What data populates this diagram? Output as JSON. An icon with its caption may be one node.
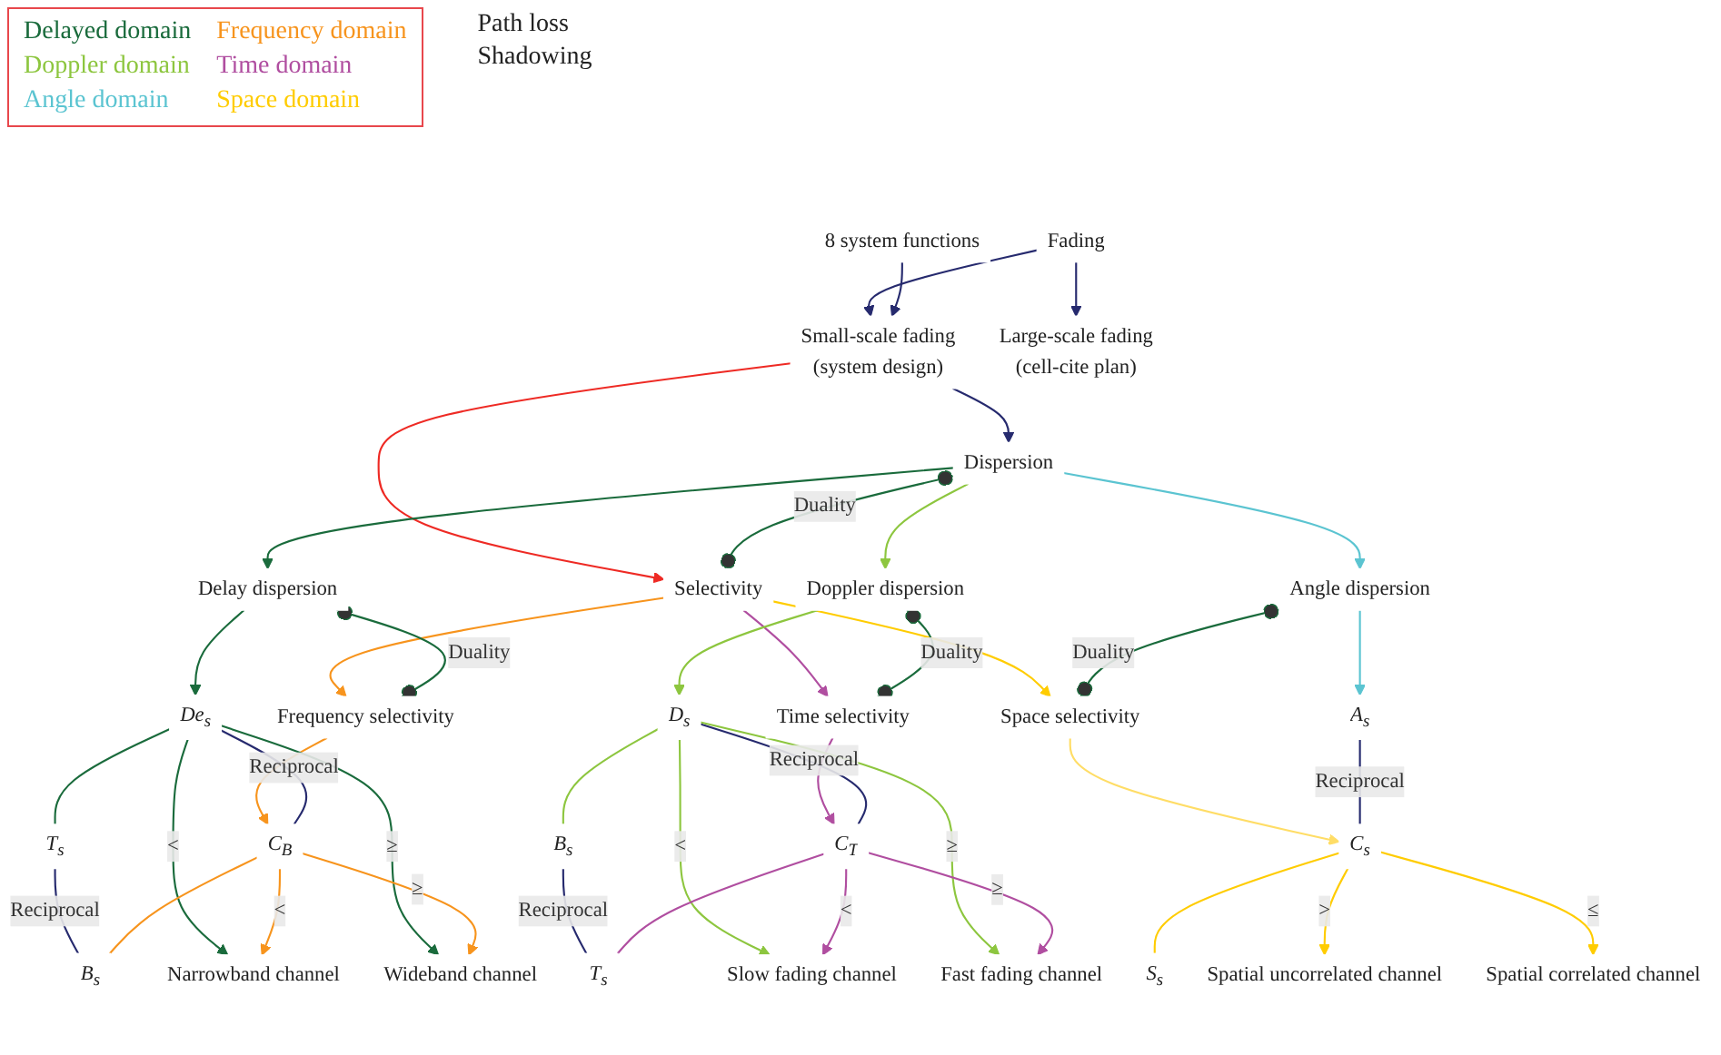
{
  "diagram": {
    "nodes": [
      {
        "text": [
          "Fading"
        ]
      },
      {
        "text": [
          "Large-scale fading",
          "(cell-cite plan)"
        ]
      },
      {
        "text": [
          "8 system functions"
        ]
      },
      {
        "text": [
          "Small-scale fading",
          "(system design)"
        ]
      },
      {
        "text": [
          "Dispersion"
        ]
      },
      {
        "text": [
          "Selectivity"
        ]
      },
      {
        "text": [
          "Delay dispersion"
        ]
      },
      {
        "text": [
          "Frequency selectivity"
        ]
      },
      {
        "text": [
          "Doppler dispersion"
        ]
      },
      {
        "text": [
          "Time selectivity"
        ]
      },
      {
        "text": [
          "Angle dispersion"
        ]
      },
      {
        "text": [
          "Space selectivity"
        ]
      },
      {
        "text": [
          "De$_{s}$"
        ]
      },
      {
        "text": [
          "C$_{B}$"
        ]
      },
      {
        "text": [
          "D$_{s}$"
        ]
      },
      {
        "text": [
          "C$_{T}$"
        ]
      },
      {
        "text": [
          "A$_{s}$"
        ]
      },
      {
        "text": [
          "C$_{s}$"
        ]
      },
      {
        "text": [
          "T$_{s}$"
        ]
      },
      {
        "text": [
          "B$_{s}$"
        ]
      },
      {
        "text": [
          "Narrowband channel"
        ]
      },
      {
        "text": [
          "Wideband channel"
        ]
      },
      {
        "text": [
          "B$_{s}$"
        ]
      },
      {
        "text": [
          "T$_{s}$"
        ]
      },
      {
        "text": [
          "Slow fading channel"
        ]
      },
      {
        "text": [
          "Fast fading channel"
        ]
      },
      {
        "text": [
          "S$_{s}$"
        ]
      },
      {
        "text": [
          "Spatial uncorrelated channel"
        ]
      },
      {
        "text": [
          "Spatial correlated channel"
        ]
      }
    ],
    "edges": [
      {
        "from": 0,
        "to": 1,
        "arrow": "to",
        "color": "#262a6e"
      },
      {
        "from": 0,
        "to": 3,
        "arrow": "to",
        "color": "#262a6e"
      },
      {
        "from": 2,
        "to": 3,
        "arrow": "to",
        "color": "#262a6e"
      },
      {
        "from": 3,
        "to": 4,
        "arrow": "to",
        "color": "#262a6e"
      },
      {
        "from": 3,
        "to": 5,
        "arrow": "to",
        "color": "#ee2a24"
      },
      {
        "from": 4,
        "to": 5,
        "arrow": "other",
        "label": "Duality",
        "color": "#1a6b3c"
      },
      {
        "from": 4,
        "to": 6,
        "arrow": "to",
        "color": "#1a6b3c"
      },
      {
        "from": 4,
        "to": 8,
        "arrow": "to",
        "color": "#8dc63f"
      },
      {
        "from": 4,
        "to": 10,
        "arrow": "to",
        "color": "#5bc4d1"
      },
      {
        "from": 5,
        "to": 7,
        "arrow": "to",
        "color": "#f7941d"
      },
      {
        "from": 5,
        "to": 9,
        "arrow": "to",
        "color": "#b04ea0"
      },
      {
        "from": 5,
        "to": 11,
        "arrow": "to",
        "color": "#ffcc00"
      },
      {
        "from": 6,
        "to": 7,
        "arrow": "other",
        "label": "Duality",
        "color": "#1a6b3c"
      },
      {
        "from": 8,
        "to": 9,
        "arrow": "other",
        "label": "Duality",
        "color": "#1a6b3c"
      },
      {
        "from": 10,
        "to": 11,
        "arrow": "other",
        "label": "Duality",
        "color": "#1a6b3c"
      },
      {
        "from": 6,
        "to": 12,
        "arrow": "to",
        "color": "#1a6b3c"
      },
      {
        "from": 7,
        "to": 13,
        "arrow": "to",
        "color": "#f7941d"
      },
      {
        "from": 8,
        "to": 14,
        "arrow": "to",
        "color": "#8dc63f"
      },
      {
        "from": 9,
        "to": 15,
        "arrow": "to",
        "color": "#b04ea0"
      },
      {
        "from": 10,
        "to": 16,
        "arrow": "to",
        "color": "#5bc4d1"
      },
      {
        "from": 11,
        "to": 17,
        "arrow": "to",
        "color": "#ffdd66"
      },
      {
        "from": 12,
        "to": 13,
        "arrow": "none",
        "label": "Reciprocal",
        "color": "#262a6e"
      },
      {
        "from": 14,
        "to": 15,
        "arrow": "none",
        "label": "Reciprocal",
        "color": "#262a6e"
      },
      {
        "from": 16,
        "to": 17,
        "arrow": "none",
        "label": "Reciprocal",
        "color": "#262a6e"
      },
      {
        "from": 18,
        "to": 19,
        "arrow": "none",
        "label": "Reciprocal",
        "color": "#262a6e"
      },
      {
        "from": 22,
        "to": 23,
        "arrow": "none",
        "label": "Reciprocal",
        "color": "#262a6e"
      },
      {
        "from": 12,
        "to": 18,
        "arrow": "none",
        "color": "#1a6b3c"
      },
      {
        "from": 12,
        "to": 20,
        "arrow": "to",
        "label": "<",
        "color": "#1a6b3c"
      },
      {
        "from": 12,
        "to": 21,
        "arrow": "to",
        "label": "≥",
        "color": "#1a6b3c"
      },
      {
        "from": 13,
        "to": 19,
        "arrow": "none",
        "color": "#f7941d"
      },
      {
        "from": 13,
        "to": 20,
        "arrow": "to",
        "label": "<",
        "color": "#f7941d"
      },
      {
        "from": 13,
        "to": 21,
        "arrow": "to",
        "label": "≥",
        "color": "#f7941d"
      },
      {
        "from": 14,
        "to": 22,
        "arrow": "none",
        "color": "#8dc63f"
      },
      {
        "from": 14,
        "to": 24,
        "arrow": "to",
        "label": "<",
        "color": "#8dc63f"
      },
      {
        "from": 14,
        "to": 25,
        "arrow": "to",
        "label": "≥",
        "color": "#8dc63f"
      },
      {
        "from": 15,
        "to": 23,
        "arrow": "none",
        "color": "#b04ea0"
      },
      {
        "from": 15,
        "to": 24,
        "arrow": "to",
        "label": "<",
        "color": "#b04ea0"
      },
      {
        "from": 15,
        "to": 25,
        "arrow": "to",
        "label": "≥",
        "color": "#b04ea0"
      },
      {
        "from": 17,
        "to": 26,
        "arrow": "none",
        "color": "#ffcc00"
      },
      {
        "from": 17,
        "to": 27,
        "arrow": "to",
        "label": ">",
        "color": "#ffcc00"
      },
      {
        "from": 17,
        "to": 28,
        "arrow": "to",
        "label": "≤",
        "color": "#ffcc00"
      }
    ],
    "labels": [
      "Path loss",
      "Shadowing"
    ],
    "legend": [
      {
        "text": "Delayed domain",
        "color": "#1a6b3c"
      },
      {
        "text": "Frequency domain",
        "color": "#f7941d"
      },
      {
        "text": "Doppler domain",
        "color": "#8dc63f"
      },
      {
        "text": "Time domain",
        "color": "#b04ea0"
      },
      {
        "text": "Angle domain",
        "color": "#5bc4d1"
      },
      {
        "text": "Space domain",
        "color": "#ffcc00"
      }
    ]
  }
}
